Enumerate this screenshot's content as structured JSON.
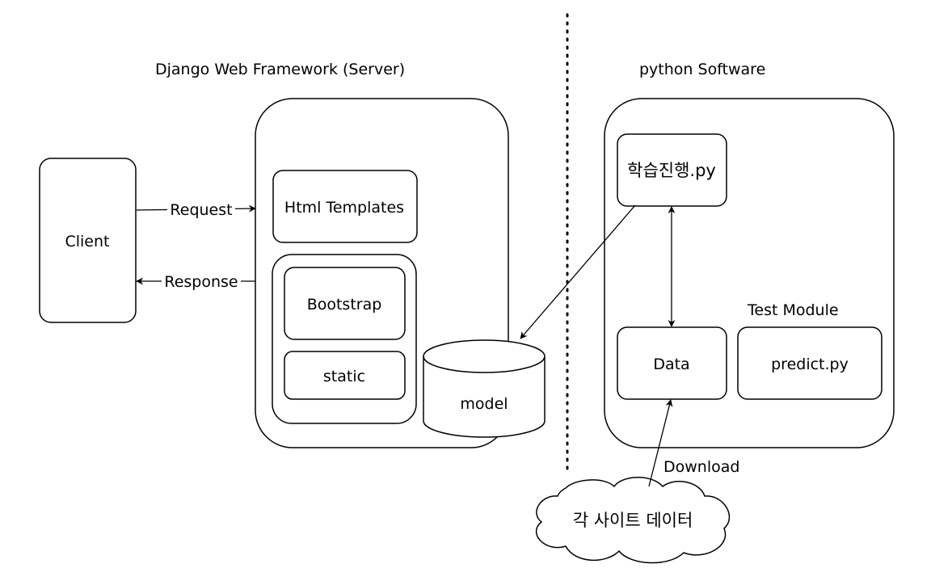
{
  "groups": {
    "server_title": "Django Web Framework (Server)",
    "software_title": "python Software",
    "test_module_title": "Test Module"
  },
  "nodes": {
    "client": "Client",
    "html_templates": "Html Templates",
    "bootstrap": "Bootstrap",
    "static": "static",
    "model": "model",
    "training_script": "학습진행.py",
    "data": "Data",
    "predict": "predict.py",
    "site_data": "각 사이트 데이터"
  },
  "edges": {
    "request": "Request",
    "response": "Response",
    "download": "Download"
  }
}
